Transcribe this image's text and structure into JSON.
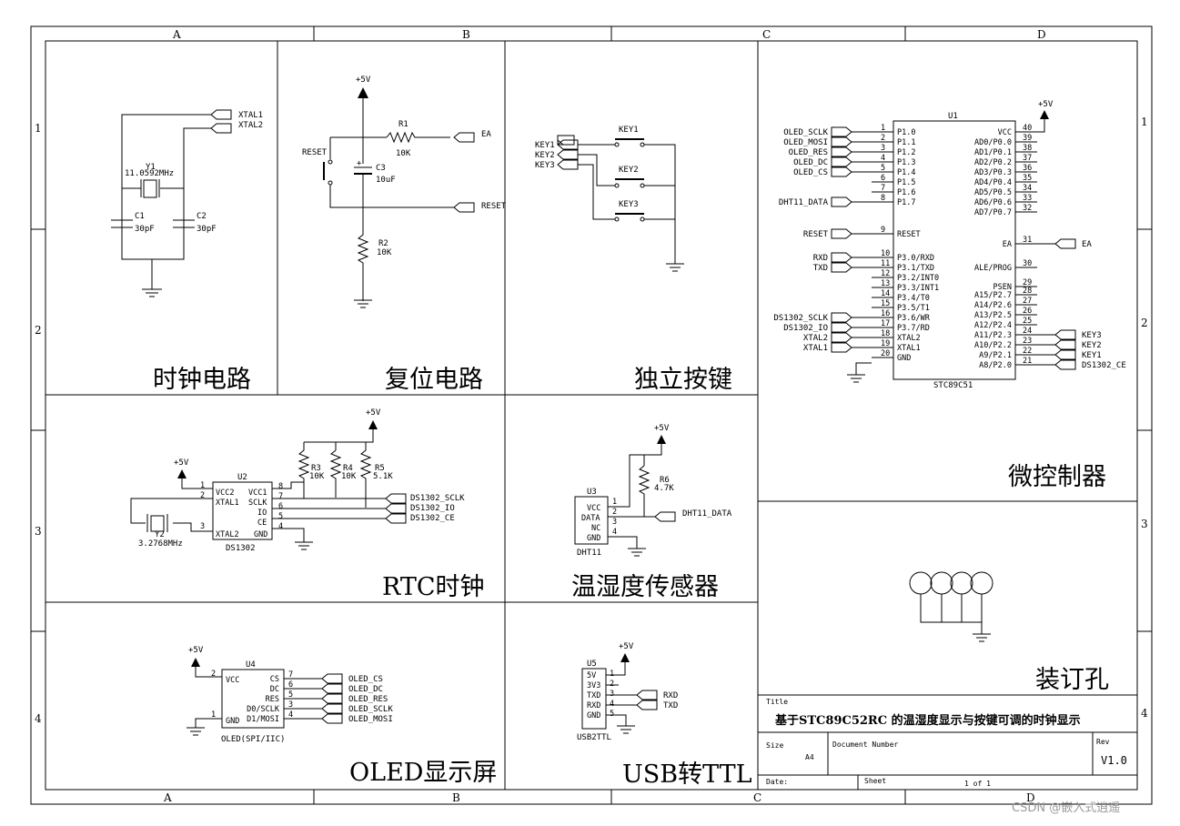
{
  "frame": {
    "cols": [
      "A",
      "B",
      "C",
      "D"
    ],
    "rows": [
      "1",
      "2",
      "3",
      "4"
    ]
  },
  "sections": {
    "clock": "时钟电路",
    "reset": "复位电路",
    "keys": "独立按键",
    "mcu": "微控制器",
    "rtc": "RTC时钟",
    "sensor": "温湿度传感器",
    "holes": "装订孔",
    "oled": "OLED显示屏",
    "usb": "USB转TTL"
  },
  "clock_circuit": {
    "xtal1": "XTAL1",
    "xtal2": "XTAL2",
    "y1": "Y1",
    "y1_val": "11.0592MHz",
    "c1": "C1",
    "c1_val": "30pF",
    "c2": "C2",
    "c2_val": "30pF"
  },
  "reset_circuit": {
    "vcc": "+5V",
    "r1": "R1",
    "r1_val": "10K",
    "ea": "EA",
    "reset_sw": "RESET",
    "c3": "C3",
    "c3_val": "10uF",
    "reset_net": "RESET",
    "r2": "R2",
    "r2_val": "10K"
  },
  "keys_circuit": {
    "nets": [
      "KEY1",
      "KEY2",
      "KEY3"
    ],
    "switches": [
      "KEY1",
      "KEY2",
      "KEY3"
    ]
  },
  "mcu": {
    "ref": "U1",
    "part": "STC89C51",
    "vcc": "+5V",
    "left_pins": [
      {
        "num": "1",
        "name": "P1.0",
        "net": "OLED_SCLK"
      },
      {
        "num": "2",
        "name": "P1.1",
        "net": "OLED_MOSI"
      },
      {
        "num": "3",
        "name": "P1.2",
        "net": "OLED_RES"
      },
      {
        "num": "4",
        "name": "P1.3",
        "net": "OLED_DC"
      },
      {
        "num": "5",
        "name": "P1.4",
        "net": "OLED_CS"
      },
      {
        "num": "6",
        "name": "P1.5",
        "net": ""
      },
      {
        "num": "7",
        "name": "P1.6",
        "net": ""
      },
      {
        "num": "8",
        "name": "P1.7",
        "net": "DHT11_DATA"
      },
      {
        "num": "9",
        "name": "RESET",
        "net": "RESET"
      },
      {
        "num": "10",
        "name": "P3.0/RXD",
        "net": "RXD"
      },
      {
        "num": "11",
        "name": "P3.1/TXD",
        "net": "TXD"
      },
      {
        "num": "12",
        "name": "P3.2/INT0",
        "net": ""
      },
      {
        "num": "13",
        "name": "P3.3/INT1",
        "net": ""
      },
      {
        "num": "14",
        "name": "P3.4/T0",
        "net": ""
      },
      {
        "num": "15",
        "name": "P3.5/T1",
        "net": ""
      },
      {
        "num": "16",
        "name": "P3.6/WR",
        "net": "DS1302_SCLK"
      },
      {
        "num": "17",
        "name": "P3.7/RD",
        "net": "DS1302_IO"
      },
      {
        "num": "18",
        "name": "XTAL2",
        "net": "XTAL2"
      },
      {
        "num": "19",
        "name": "XTAL1",
        "net": "XTAL1"
      },
      {
        "num": "20",
        "name": "GND",
        "net": ""
      }
    ],
    "right_pins": [
      {
        "num": "40",
        "name": "VCC",
        "net": ""
      },
      {
        "num": "39",
        "name": "AD0/P0.0",
        "net": ""
      },
      {
        "num": "38",
        "name": "AD1/P0.1",
        "net": ""
      },
      {
        "num": "37",
        "name": "AD2/P0.2",
        "net": ""
      },
      {
        "num": "36",
        "name": "AD3/P0.3",
        "net": ""
      },
      {
        "num": "35",
        "name": "AD4/P0.4",
        "net": ""
      },
      {
        "num": "34",
        "name": "AD5/P0.5",
        "net": ""
      },
      {
        "num": "33",
        "name": "AD6/P0.6",
        "net": ""
      },
      {
        "num": "32",
        "name": "AD7/P0.7",
        "net": ""
      },
      {
        "num": "31",
        "name": "EA",
        "net": "EA"
      },
      {
        "num": "30",
        "name": "ALE/PROG",
        "net": ""
      },
      {
        "num": "29",
        "name": "PSEN",
        "net": ""
      },
      {
        "num": "28",
        "name": "A15/P2.7",
        "net": ""
      },
      {
        "num": "27",
        "name": "A14/P2.6",
        "net": ""
      },
      {
        "num": "26",
        "name": "A13/P2.5",
        "net": ""
      },
      {
        "num": "25",
        "name": "A12/P2.4",
        "net": ""
      },
      {
        "num": "24",
        "name": "A11/P2.3",
        "net": "KEY3"
      },
      {
        "num": "23",
        "name": "A10/P2.2",
        "net": "KEY2"
      },
      {
        "num": "22",
        "name": "A9/P2.1",
        "net": "KEY1"
      },
      {
        "num": "21",
        "name": "A8/P2.0",
        "net": "DS1302_CE"
      }
    ]
  },
  "rtc": {
    "vcc": "+5V",
    "vcc2": "+5V",
    "ref": "U2",
    "part": "DS1302",
    "pins_left": [
      {
        "num": "1",
        "name": "VCC2"
      },
      {
        "num": "2",
        "name": "XTAL1"
      },
      {
        "num": "3",
        "name": "XTAL2"
      }
    ],
    "pins_right": [
      {
        "num": "8",
        "name": "VCC1"
      },
      {
        "num": "7",
        "name": "SCLK"
      },
      {
        "num": "6",
        "name": "IO"
      },
      {
        "num": "5",
        "name": "CE"
      },
      {
        "num": "4",
        "name": "GND"
      }
    ],
    "r3": "R3",
    "r3_val": "10K",
    "r4": "R4",
    "r4_val": "10K",
    "r5": "R5",
    "r5_val": "5.1K",
    "nets": [
      "DS1302_SCLK",
      "DS1302_IO",
      "DS1302_CE"
    ],
    "y2": "Y2",
    "y2_val": "3.2768MHz"
  },
  "sensor": {
    "vcc": "+5V",
    "ref": "U3",
    "part": "DHT11",
    "pins": [
      {
        "num": "1",
        "name": "VCC"
      },
      {
        "num": "2",
        "name": "DATA"
      },
      {
        "num": "3",
        "name": "NC"
      },
      {
        "num": "4",
        "name": "GND"
      }
    ],
    "r6": "R6",
    "r6_val": "4.7K",
    "net": "DHT11_DATA"
  },
  "oled": {
    "vcc": "+5V",
    "ref": "U4",
    "part": "OLED(SPI/IIC)",
    "left_pins": [
      {
        "num": "2",
        "name": "VCC"
      },
      {
        "num": "1",
        "name": "GND"
      }
    ],
    "right_pins": [
      {
        "num": "7",
        "name": "CS",
        "net": "OLED_CS"
      },
      {
        "num": "6",
        "name": "DC",
        "net": "OLED_DC"
      },
      {
        "num": "5",
        "name": "RES",
        "net": "OLED_RES"
      },
      {
        "num": "3",
        "name": "D0/SCLK",
        "net": "OLED_SCLK"
      },
      {
        "num": "4",
        "name": "D1/MOSI",
        "net": "OLED_MOSI"
      }
    ]
  },
  "usb": {
    "vcc": "+5V",
    "ref": "U5",
    "part": "USB2TTL",
    "pins": [
      {
        "num": "1",
        "name": "5V"
      },
      {
        "num": "2",
        "name": "3V3"
      },
      {
        "num": "3",
        "name": "TXD"
      },
      {
        "num": "4",
        "name": "RXD"
      },
      {
        "num": "5",
        "name": "GND"
      }
    ],
    "nets": [
      "RXD",
      "TXD"
    ]
  },
  "title_block": {
    "title_label": "Title",
    "title": "基于STC89C52RC 的温湿度显示与按键可调的时钟显示",
    "size_label": "Size",
    "size": "A4",
    "docnum_label": "Document Number",
    "rev_label": "Rev",
    "rev": "V1.0",
    "date_label": "Date:",
    "sheet_label": "Sheet",
    "sheet": "1 of 1"
  },
  "watermark": "CSDN @嵌入式逍遥"
}
